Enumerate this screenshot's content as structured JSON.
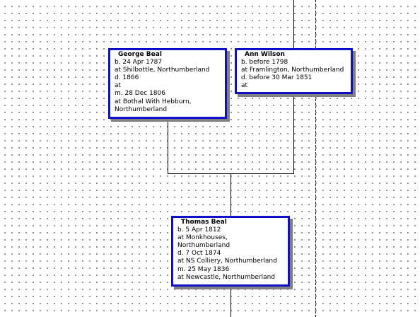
{
  "people": [
    {
      "id": "george",
      "name": "George Beal",
      "lines": [
        "b. 24 Apr 1787",
        "at Shilbottle, Northumberland",
        "d. 1866",
        "at",
        "m. 28 Dec 1806",
        "at Bothal With Hebburn,",
        "Northumberland"
      ]
    },
    {
      "id": "ann",
      "name": "Ann Wilson",
      "lines": [
        "b. before 1798",
        "at Framlington, Northumberland",
        "d. before 30 Mar 1851",
        "at"
      ]
    },
    {
      "id": "thomas",
      "name": "Thomas Beal",
      "lines": [
        "b. 5 Apr 1812",
        "at Monkhouses,",
        "Northumberland",
        "d. 7 Oct 1874",
        "at NS Colliery, Northumberland",
        "m. 25 May 1836",
        "at Newcastle, Northumberland"
      ]
    }
  ]
}
